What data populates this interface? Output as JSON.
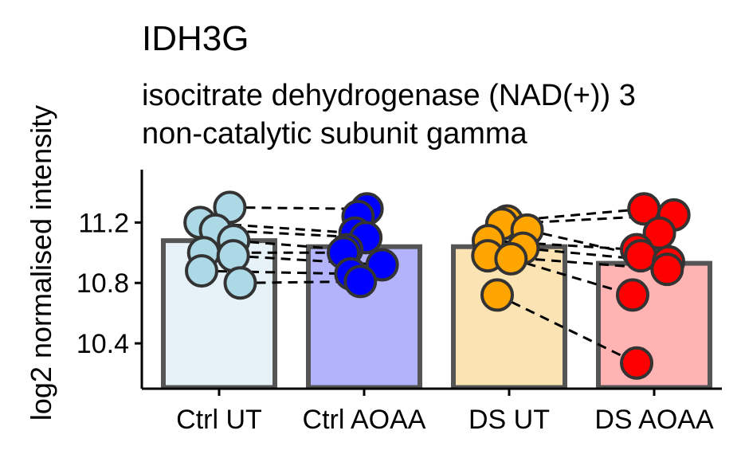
{
  "chart_data": {
    "type": "bar",
    "title": "IDH3G",
    "subtitle_lines": [
      "isocitrate dehydrogenase (NAD(+)) 3",
      "non-catalytic subunit gamma"
    ],
    "xlabel": "",
    "ylabel": "log2 normalised intensity",
    "yticks": [
      10.4,
      10.8,
      11.2
    ],
    "ylim": [
      10.1,
      11.55
    ],
    "grid": false,
    "legend": "none",
    "categories": [
      "Ctrl UT",
      "Ctrl AOAA",
      "DS UT",
      "DS AOAA"
    ],
    "values": [
      11.08,
      11.04,
      11.04,
      10.93
    ],
    "bar_fill_colors": [
      "#e6f1f8",
      "#b3b3fb",
      "#fce3b3",
      "#ffb3b3"
    ],
    "bar_edge_color": "#555555",
    "point_colors": [
      "#add8e6",
      "#0000ff",
      "#ffa500",
      "#ff0000"
    ],
    "points": [
      [
        11.3,
        11.2,
        11.15,
        11.08,
        11.0,
        10.98,
        10.88,
        10.8
      ],
      [
        11.29,
        11.24,
        11.13,
        11.1,
        11.02,
        11.0,
        10.92,
        10.86,
        10.81
      ],
      [
        11.21,
        11.19,
        11.15,
        11.08,
        11.03,
        10.98,
        10.96,
        10.72
      ],
      [
        11.29,
        11.25,
        11.13,
        11.02,
        10.98,
        10.94,
        10.89,
        10.72,
        10.27
      ]
    ],
    "pairs": [
      [
        11.3,
        11.29,
        11.21,
        11.29
      ],
      [
        11.2,
        11.13,
        11.19,
        11.25
      ],
      [
        11.15,
        11.1,
        11.15,
        10.98
      ],
      [
        11.08,
        11.02,
        11.08,
        11.02
      ],
      [
        11.0,
        11.0,
        11.03,
        10.94
      ],
      [
        10.98,
        10.92,
        10.98,
        10.89
      ],
      [
        10.88,
        10.86,
        10.96,
        10.72
      ],
      [
        10.8,
        10.81,
        10.72,
        10.27
      ]
    ]
  }
}
